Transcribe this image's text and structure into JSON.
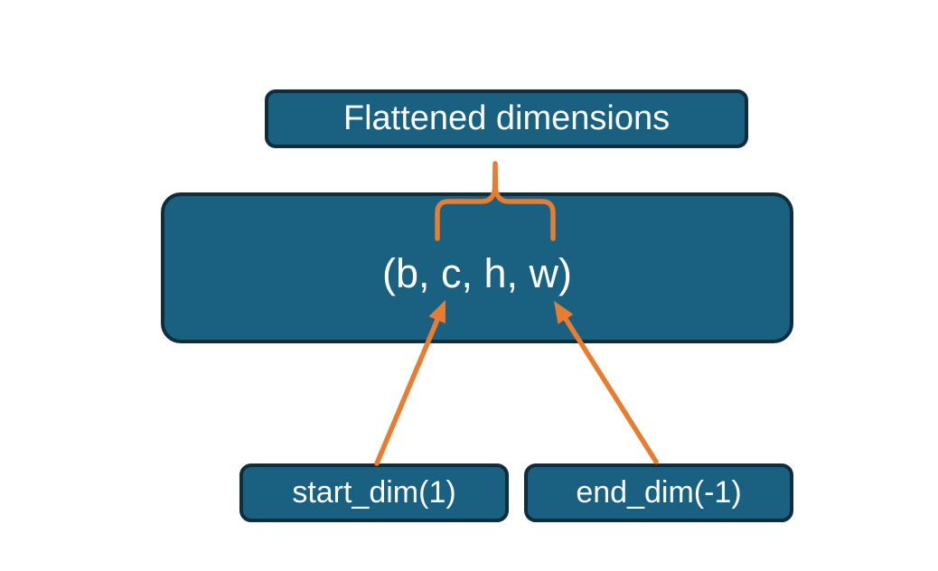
{
  "diagram": {
    "description": "Diagram explaining flatten dimensions of a tensor",
    "title_box": {
      "label": "Flattened dimensions"
    },
    "tensor_box": {
      "label": "(b, c, h, w)"
    },
    "param_boxes": [
      {
        "label": "start_dim(1)"
      },
      {
        "label": "end_dim(-1)"
      }
    ],
    "colors": {
      "background": "#ffffff",
      "box_fill": "#1a6080",
      "box_border": "#0f2d3a",
      "arrow_orange": "#e87c30",
      "text": "#fbfdfd"
    }
  }
}
